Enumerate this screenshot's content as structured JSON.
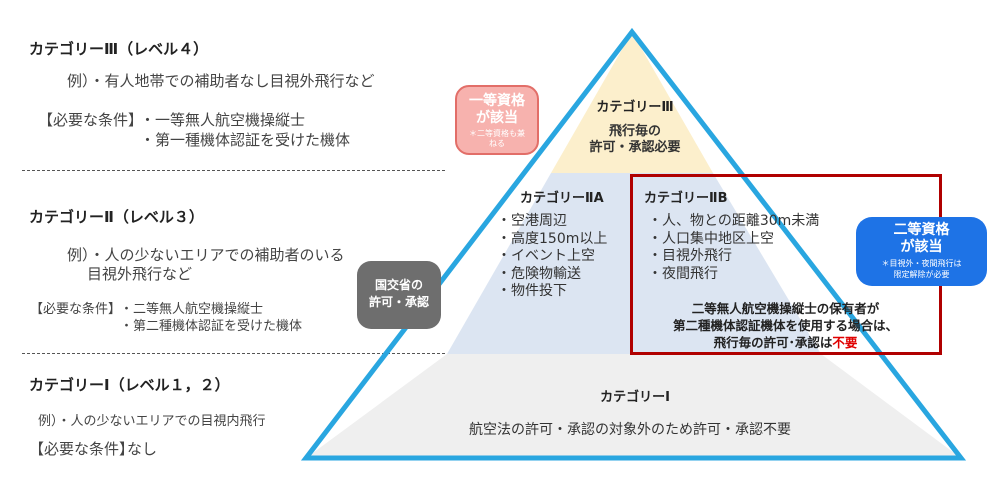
{
  "left": {
    "cat3": {
      "title": "カテゴリーⅢ（レベル４）",
      "example": "例）・有人地帯での補助者なし目視外飛行など",
      "cond_label": "【必要な条件】",
      "cond1": "・一等無人航空機操縦士",
      "cond2": "・第一種機体認証を受けた機体"
    },
    "cat2": {
      "title": "カテゴリーⅡ（レベル３）",
      "example1": "例）・人の少ないエリアでの補助者のいる",
      "example2": "目視外飛行など",
      "cond_label": "【必要な条件】",
      "cond1": "・二等無人航空機操縦士",
      "cond2": "・第二種機体認証を受けた機体"
    },
    "cat1": {
      "title": "カテゴリーⅠ（レベル１，２）",
      "example": "例）・人の少ないエリアでの目視内飛行",
      "cond_label": "【必要な条件】",
      "cond_value": "なし"
    }
  },
  "pyramid": {
    "top": {
      "title": "カテゴリーⅢ",
      "line1": "飛行毎の",
      "line2": "許可・承認必要"
    },
    "middle_a": {
      "title": "カテゴリーⅡA",
      "items": [
        "・空港周辺",
        "・高度150m以上",
        "・イベント上空",
        "・危険物輸送",
        "・物件投下"
      ]
    },
    "middle_b": {
      "title": "カテゴリーⅡB",
      "items": [
        "・人、物との距離30m未満",
        "・人口集中地区上空",
        "・目視外飛行",
        "・夜間飛行"
      ],
      "note1": "二等無人航空機操縦士の保有者が",
      "note2": "第二種機体認証機体を使用する場合は、",
      "note3_prefix": "飛行毎の許可･承認は",
      "note3_emph": "不要"
    },
    "bottom": {
      "title": "カテゴリーⅠ",
      "text": "航空法の許可・承認の対象外のため許可・承認不要"
    }
  },
  "badges": {
    "first_class": {
      "line1": "一等資格",
      "line2": "が該当",
      "note1": "＊二等資格も兼",
      "note2": "ねる"
    },
    "mlit": {
      "line1": "国交省の",
      "line2": "許可・承認"
    },
    "second_class": {
      "line1": "二等資格",
      "line2": "が該当",
      "note1": "＊目視外・夜間飛行は",
      "note2": "限定解除が必要"
    }
  },
  "colors": {
    "triangle_outline": "#29a6e0",
    "top_fill": "#fcefcc",
    "middle_fill": "#dce5f2",
    "bottom_fill": "#efefef",
    "highlight_box": "#b00000",
    "first_class_badge": "#f7b2ae",
    "mlit_badge": "#6e6e6e",
    "second_class_badge": "#1e73e6",
    "emphasis_red": "#e00000"
  }
}
